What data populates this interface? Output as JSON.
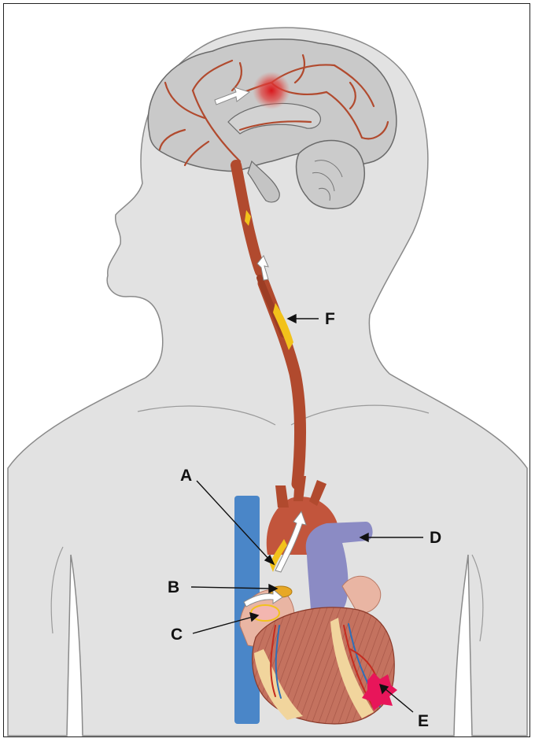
{
  "labels": {
    "a": "A",
    "b": "B",
    "c": "C",
    "d": "D",
    "e": "E",
    "f": "F"
  },
  "colors": {
    "body_fill": "#e2e2e2",
    "body_outline": "#8a8a8a",
    "brain_fill": "#c9c9c9",
    "artery": "#b14a2e",
    "vena_cava": "#4a86c8",
    "aorta_outflow": "#8b8bc4",
    "plaque": "#f2c21b",
    "infarct": "#e8155a",
    "atrium": "#e9b5a3",
    "clot_flow": "#ffffff"
  },
  "icons": [
    "arrow-white-icon",
    "pointer-arrow-icon"
  ]
}
